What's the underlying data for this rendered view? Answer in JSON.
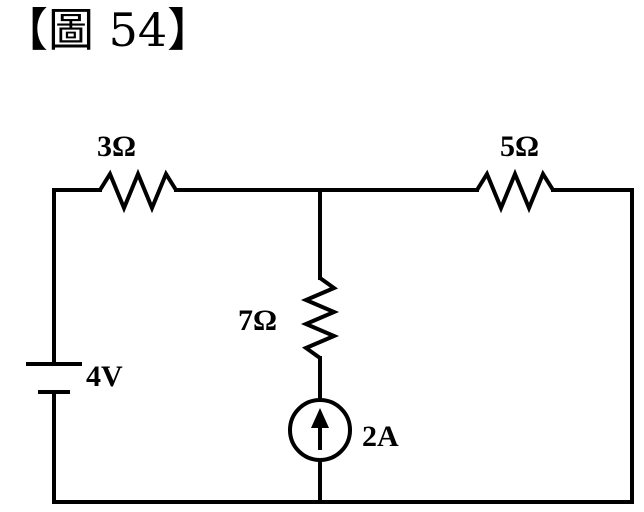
{
  "figure": {
    "label": "【圖 54】"
  },
  "circuit": {
    "r_top_left": "3Ω",
    "r_top_right": "5Ω",
    "r_middle": "7Ω",
    "battery": "4V",
    "current_source": "2A"
  }
}
